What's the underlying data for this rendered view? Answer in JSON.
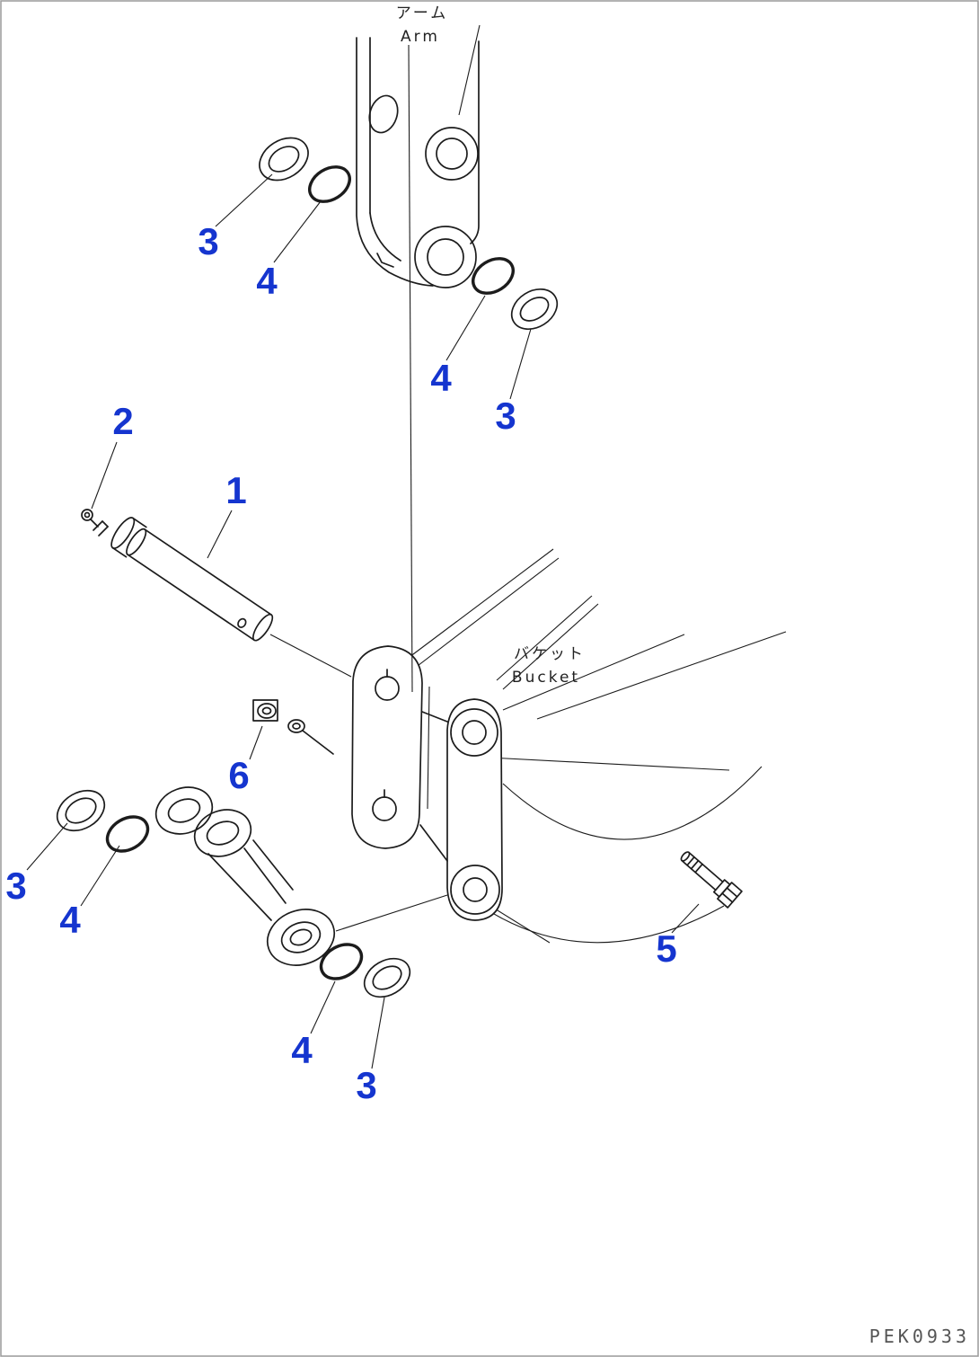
{
  "page": {
    "background": "#ffffff",
    "frame_color": "#9a9a9a"
  },
  "diagram": {
    "callout_color": "#1535cf",
    "line_color": "#1c1c1c",
    "part_code": "PEK0933",
    "title_labels": {
      "arm_jp": "アーム",
      "arm_en": "Arm",
      "bucket_jp": "バケット",
      "bucket_en": "Bucket"
    },
    "callouts": [
      {
        "label": "3"
      },
      {
        "label": "4"
      },
      {
        "label": "4"
      },
      {
        "label": "3"
      },
      {
        "label": "2"
      },
      {
        "label": "1"
      },
      {
        "label": "6"
      },
      {
        "label": "3"
      },
      {
        "label": "4"
      },
      {
        "label": "4"
      },
      {
        "label": "3"
      },
      {
        "label": "5"
      }
    ]
  }
}
